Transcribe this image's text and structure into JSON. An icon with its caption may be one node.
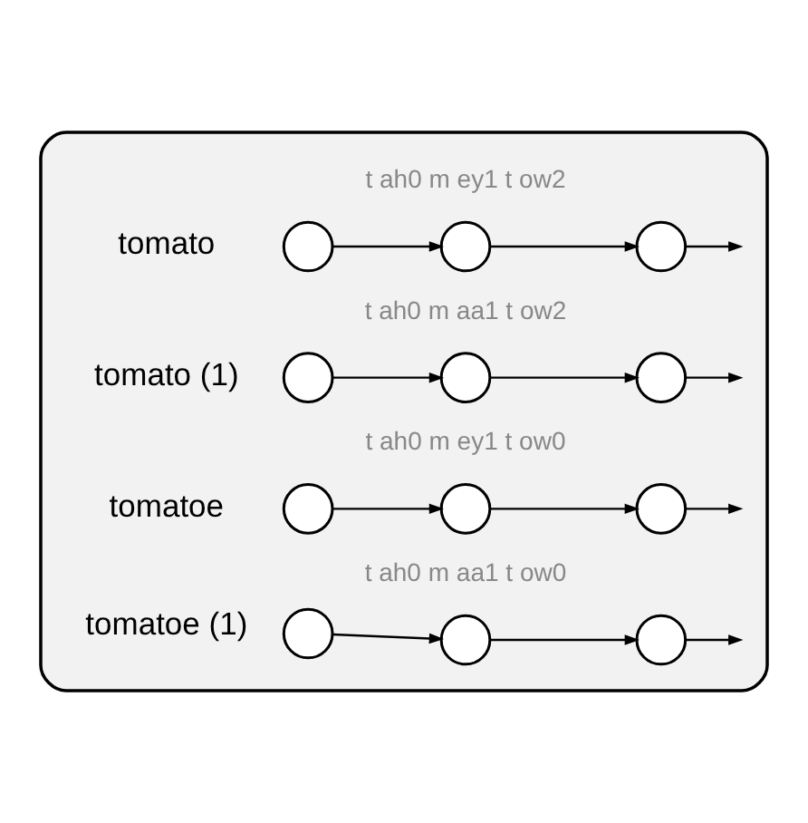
{
  "diagram": {
    "nodes": [
      {
        "text": [],
        "shape": "box"
      },
      {
        "text": [],
        "shape": "circle",
        "in": 0
      },
      {
        "text": [],
        "shape": "circle",
        "in": 0
      },
      {
        "text": [],
        "shape": "circle",
        "in": 0
      },
      {
        "text": [],
        "shape": "circle",
        "in": 0
      },
      {
        "text": [],
        "shape": "circle",
        "in": 0
      },
      {
        "text": [],
        "shape": "circle",
        "in": 0
      },
      {
        "text": [],
        "shape": "circle",
        "in": 0
      },
      {
        "text": [],
        "shape": "circle",
        "in": 0
      },
      {
        "text": [],
        "shape": "circle",
        "in": 0
      },
      {
        "text": [],
        "shape": "circle",
        "in": 0
      },
      {
        "text": [],
        "shape": "circle",
        "in": 0
      },
      {
        "text": [],
        "shape": "circle",
        "in": 0
      }
    ],
    "edges": [
      {
        "from": 1,
        "to": 2,
        "arrow": "to"
      },
      {
        "from": 2,
        "to": 3,
        "arrow": "to"
      },
      {
        "from": 3,
        "to": null,
        "arrow": "to"
      },
      {
        "from": 4,
        "to": 5,
        "arrow": "to"
      },
      {
        "from": 5,
        "to": 6,
        "arrow": "to"
      },
      {
        "from": 6,
        "to": null,
        "arrow": "to"
      },
      {
        "from": 7,
        "to": 8,
        "arrow": "to"
      },
      {
        "from": 8,
        "to": 9,
        "arrow": "to"
      },
      {
        "from": 9,
        "to": null,
        "arrow": "to"
      },
      {
        "from": 10,
        "to": 11,
        "arrow": "to"
      },
      {
        "from": 11,
        "to": 12,
        "arrow": "to"
      },
      {
        "from": 12,
        "to": null,
        "arrow": "to"
      }
    ],
    "labels": [
      "t ah0 m ey1 t ow2",
      "tomato",
      "t ah0 m aa1 t ow2",
      "tomato (1)",
      "t ah0 m ey1 t ow0",
      "tomatoe",
      "t ah0 m aa1 t ow0",
      "tomatoe (1)"
    ]
  }
}
